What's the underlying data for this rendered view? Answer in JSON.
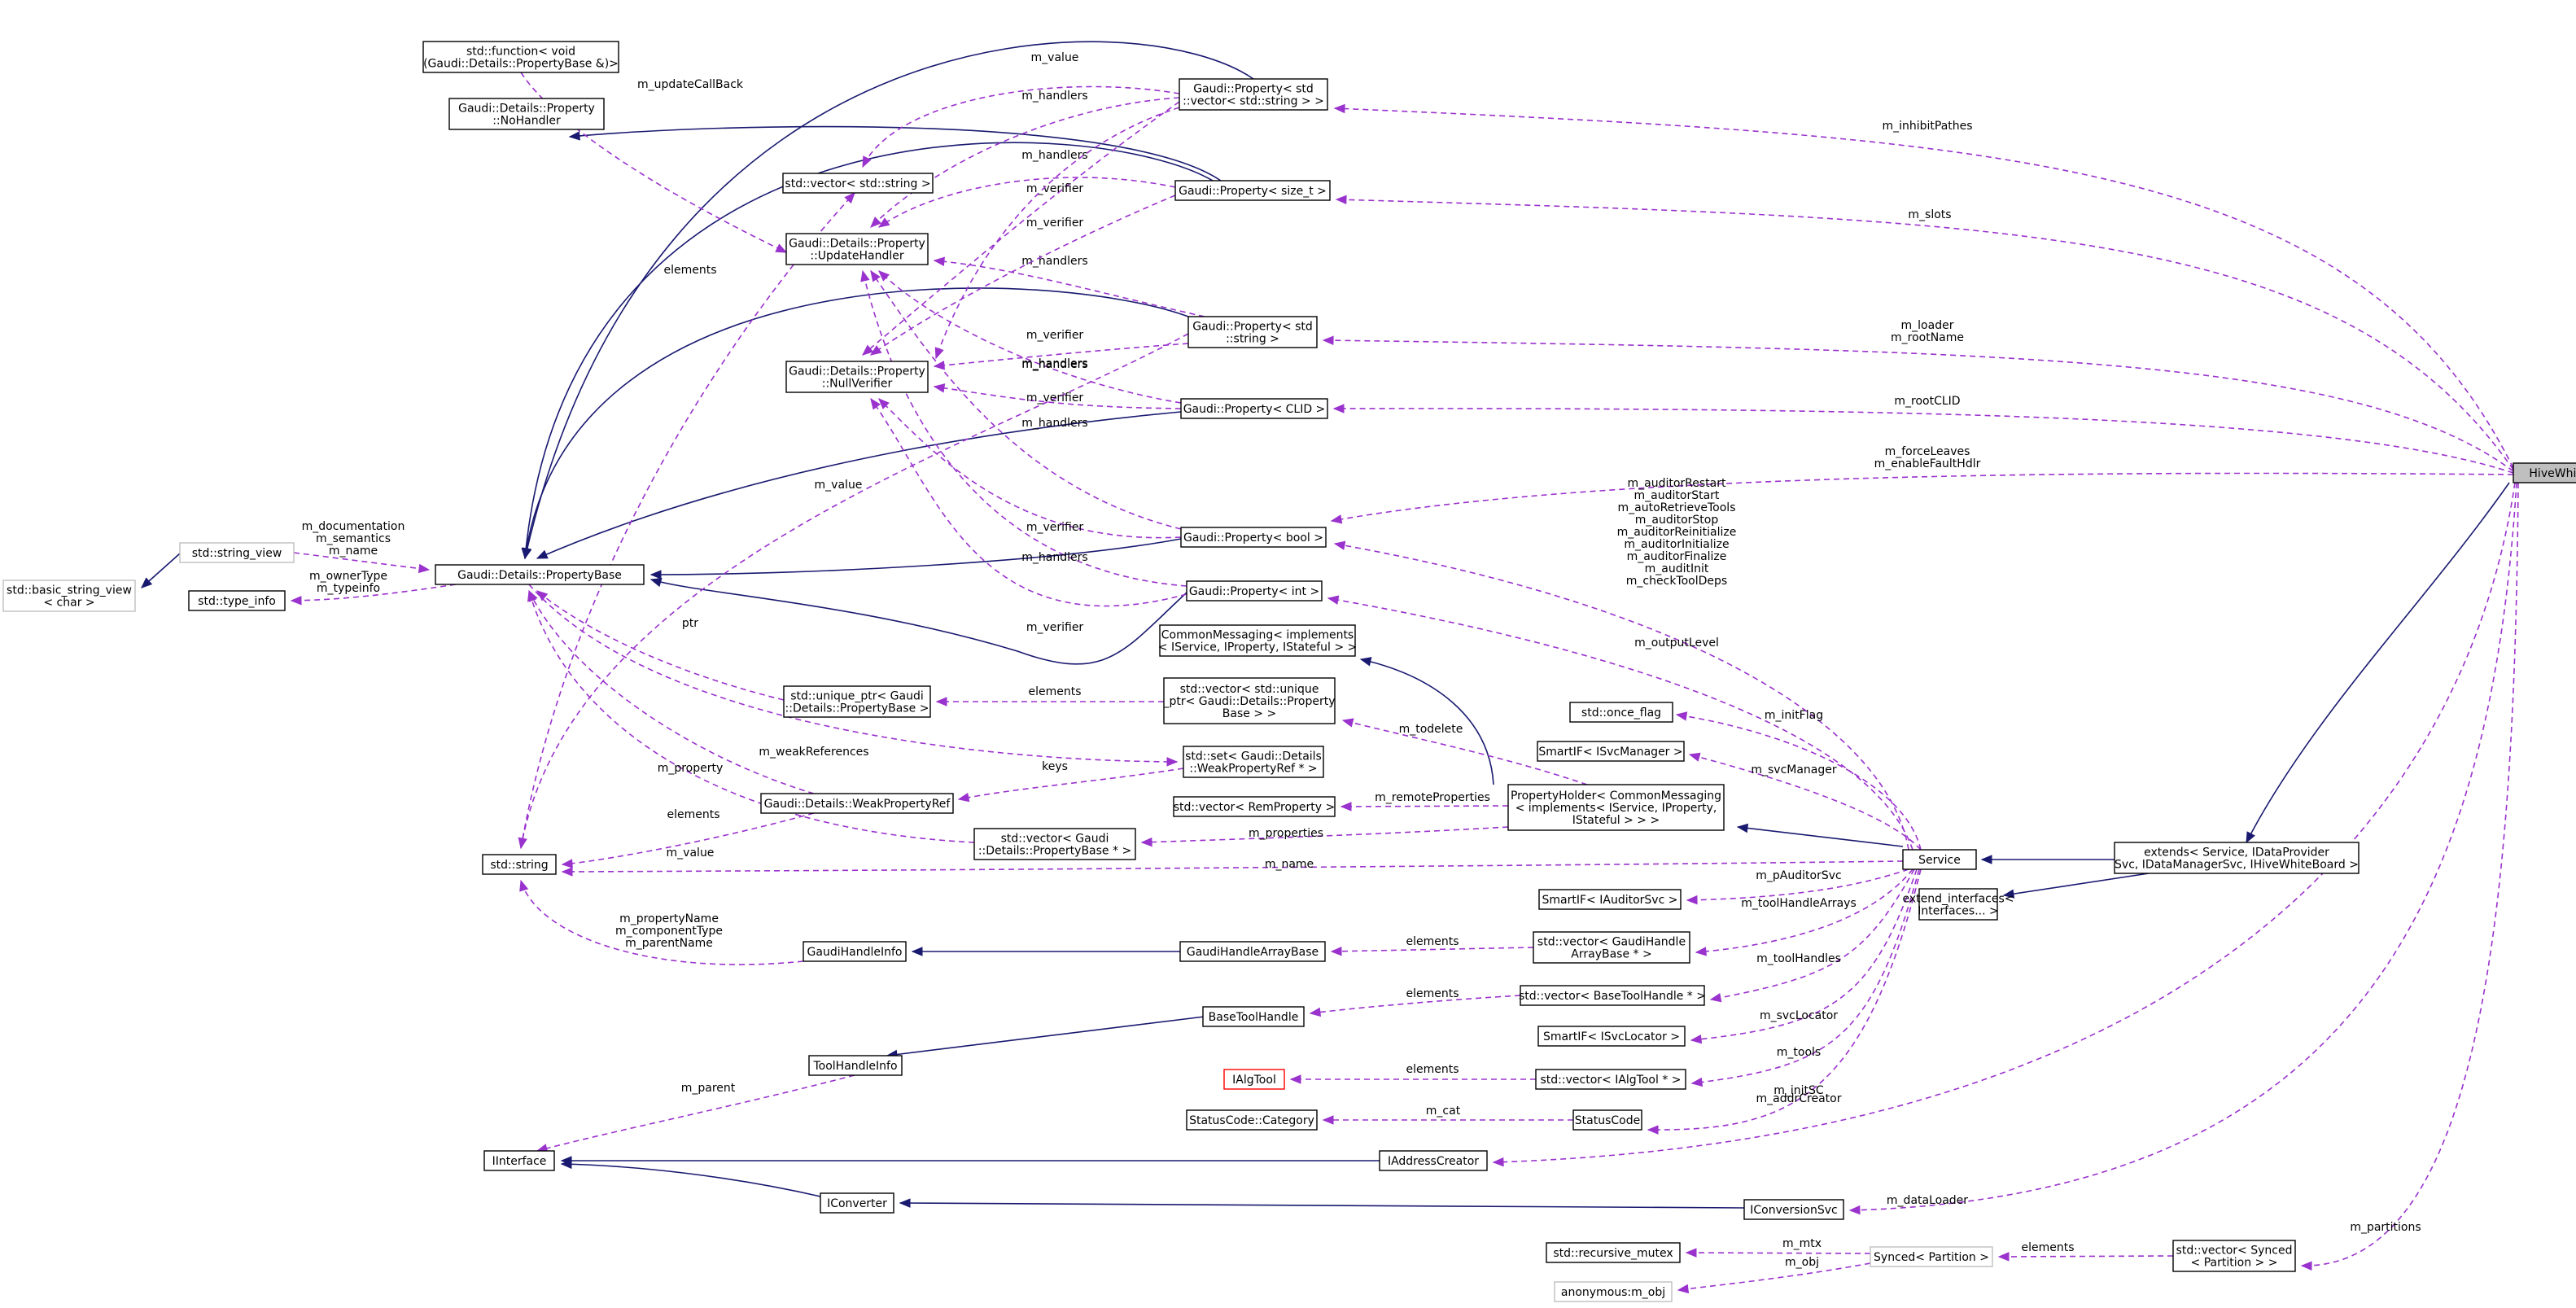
{
  "nodes": {
    "HiveWhiteBoard": [
      "HiveWhiteBoard"
    ],
    "extends": [
      "extends< Service, IDataProvider",
      "Svc, IDataManagerSvc, IHiveWhiteBoard >"
    ],
    "extend_interfaces": [
      "extend_interfaces<",
      "Interfaces... >"
    ],
    "Service": [
      "Service"
    ],
    "PropertyHolder": [
      "PropertyHolder< CommonMessaging",
      "< implements< IService, IProperty,",
      "IStateful > > >"
    ],
    "CommonMessaging": [
      "CommonMessaging< implements",
      "< IService, IProperty, IStateful > >"
    ],
    "PropertyBase": [
      "Gaudi::Details::PropertyBase"
    ],
    "prop_vec_string": [
      "Gaudi::Property< std",
      "::vector< std::string > >"
    ],
    "prop_size_t": [
      "Gaudi::Property< size_t >"
    ],
    "prop_string": [
      "Gaudi::Property< std",
      "::string >"
    ],
    "prop_CLID": [
      "Gaudi::Property< CLID >"
    ],
    "prop_bool": [
      "Gaudi::Property< bool >"
    ],
    "prop_int": [
      "Gaudi::Property< int >"
    ],
    "std_function": [
      "std::function< void",
      "(Gaudi::Details::PropertyBase &)>"
    ],
    "NoHandler": [
      "Gaudi::Details::Property",
      "::NoHandler"
    ],
    "vec_string": [
      "std::vector< std::string >"
    ],
    "UpdateHandler": [
      "Gaudi::Details::Property",
      "::UpdateHandler"
    ],
    "NullVerifier": [
      "Gaudi::Details::Property",
      "::NullVerifier"
    ],
    "basic_string_view": [
      "std::basic_string_view",
      "< char >"
    ],
    "string_view": [
      "std::string_view"
    ],
    "type_info": [
      "std::type_info"
    ],
    "unique_ptr": [
      "std::unique_ptr< Gaudi",
      "::Details::PropertyBase >"
    ],
    "vec_unique_ptr": [
      "std::vector< std::unique",
      "_ptr< Gaudi::Details::Property",
      "Base > >"
    ],
    "set_weakref": [
      "std::set< Gaudi::Details",
      "::WeakPropertyRef * >"
    ],
    "WeakPropertyRef": [
      "Gaudi::Details::WeakPropertyRef"
    ],
    "vec_propbase": [
      "std::vector< Gaudi",
      "::Details::PropertyBase * >"
    ],
    "vec_remprop": [
      "std::vector< RemProperty >"
    ],
    "std_string": [
      "std::string"
    ],
    "once_flag": [
      "std::once_flag"
    ],
    "SmartIF_ISvcManager": [
      "SmartIF< ISvcManager >"
    ],
    "SmartIF_IAuditorSvc": [
      "SmartIF< IAuditorSvc >"
    ],
    "vec_ghab": [
      "std::vector< GaudiHandle",
      "ArrayBase * >"
    ],
    "vec_bth": [
      "std::vector< BaseToolHandle * >"
    ],
    "SmartIF_ISvcLocator": [
      "SmartIF< ISvcLocator >"
    ],
    "vec_ialgtool": [
      "std::vector< IAlgTool * >"
    ],
    "GaudiHandleInfo": [
      "GaudiHandleInfo"
    ],
    "GaudiHandleArrayBase": [
      "GaudiHandleArrayBase"
    ],
    "BaseToolHandle": [
      "BaseToolHandle"
    ],
    "ToolHandleInfo": [
      "ToolHandleInfo"
    ],
    "IAlgTool": [
      "IAlgTool"
    ],
    "StatusCodeCategory": [
      "StatusCode::Category"
    ],
    "StatusCode": [
      "StatusCode"
    ],
    "IInterface": [
      "IInterface"
    ],
    "IAddressCreator": [
      "IAddressCreator"
    ],
    "IConverter": [
      "IConverter"
    ],
    "IConversionSvc": [
      "IConversionSvc"
    ],
    "recursive_mutex": [
      "std::recursive_mutex"
    ],
    "Synced": [
      "Synced< Partition >"
    ],
    "vec_synced": [
      "std::vector< Synced",
      "< Partition > >"
    ],
    "anon_obj": [
      "anonymous:m_obj"
    ]
  },
  "edge_labels": {
    "m_inhibitPathes": [
      "m_inhibitPathes"
    ],
    "m_slots": [
      "m_slots"
    ],
    "m_loader": [
      "m_loader",
      "m_rootName"
    ],
    "m_rootCLID": [
      "m_rootCLID"
    ],
    "m_forceLeaves": [
      "m_forceLeaves",
      "m_enableFaultHdlr"
    ],
    "m_auditors": [
      "m_auditorRestart",
      "m_auditorStart",
      "m_autoRetrieveTools",
      "m_auditorStop",
      "m_auditorReinitialize",
      "m_auditorInitialize",
      "m_auditorFinalize",
      "m_auditInit",
      "m_checkToolDeps"
    ],
    "m_outputLevel": [
      "m_outputLevel"
    ],
    "m_initFlag": [
      "m_initFlag"
    ],
    "m_svcManager": [
      "m_svcManager"
    ],
    "m_todelete": [
      "m_todelete"
    ],
    "m_remoteProperties": [
      "m_remoteProperties"
    ],
    "m_properties": [
      "m_properties"
    ],
    "m_name": [
      "m_name"
    ],
    "m_pAuditorSvc": [
      "m_pAuditorSvc"
    ],
    "m_toolHandleArrays": [
      "m_toolHandleArrays"
    ],
    "m_toolHandles": [
      "m_toolHandles"
    ],
    "m_svcLocator": [
      "m_svcLocator"
    ],
    "m_tools": [
      "m_tools"
    ],
    "m_initSC": [
      "m_initSC"
    ],
    "m_addrCreator": [
      "m_addrCreator"
    ],
    "m_dataLoader": [
      "m_dataLoader"
    ],
    "m_partitions": [
      "m_partitions"
    ],
    "elements_synced": [
      "elements"
    ],
    "m_mtx": [
      "m_mtx"
    ],
    "m_obj": [
      "m_obj"
    ],
    "m_cat": [
      "m_cat"
    ],
    "elements_ialgtool": [
      "elements"
    ],
    "elements_bth": [
      "elements"
    ],
    "elements_ghab": [
      "elements"
    ],
    "m_parent": [
      "m_parent"
    ],
    "m_handle_info": [
      "m_propertyName",
      "m_componentType",
      "m_parentName"
    ],
    "m_value_weak": [
      "m_value"
    ],
    "elements_vecpb": [
      "elements"
    ],
    "m_property": [
      "m_property"
    ],
    "keys": [
      "keys"
    ],
    "m_weakReferences": [
      "m_weakReferences"
    ],
    "elements_uptr": [
      "elements"
    ],
    "ptr": [
      "ptr"
    ],
    "m_doc": [
      "m_documentation",
      "m_semantics",
      "m_name"
    ],
    "m_ownerType": [
      "m_ownerType",
      "m_typeinfo"
    ],
    "m_value_top": [
      "m_value"
    ],
    "m_handlers_1": [
      "m_handlers"
    ],
    "m_handlers_2": [
      "m_handlers"
    ],
    "m_handlers_3": [
      "m_handlers"
    ],
    "m_handlers_4": [
      "m_handlers"
    ],
    "m_handlers_5": [
      "m_handlers"
    ],
    "m_handlers_6": [
      "m_handlers"
    ],
    "m_handlers_7": [
      "m_handlers"
    ],
    "m_verifier_1": [
      "m_verifier"
    ],
    "m_verifier_2": [
      "m_verifier"
    ],
    "m_verifier_3": [
      "m_verifier"
    ],
    "m_verifier_4": [
      "m_verifier"
    ],
    "m_verifier_5": [
      "m_verifier"
    ],
    "m_verifier_6": [
      "m_verifier"
    ],
    "m_value_str": [
      "m_value"
    ],
    "m_updateCallBack": [
      "m_updateCallBack"
    ],
    "elements_vecstr": [
      "elements"
    ]
  },
  "colors": {
    "usage_edge": "#9a32cd",
    "inheritance_edge": "#191970",
    "highlight_node": "#bfbfbf",
    "grey_node_border": "#bfbfbf",
    "red_node_border": "#ff0000"
  }
}
